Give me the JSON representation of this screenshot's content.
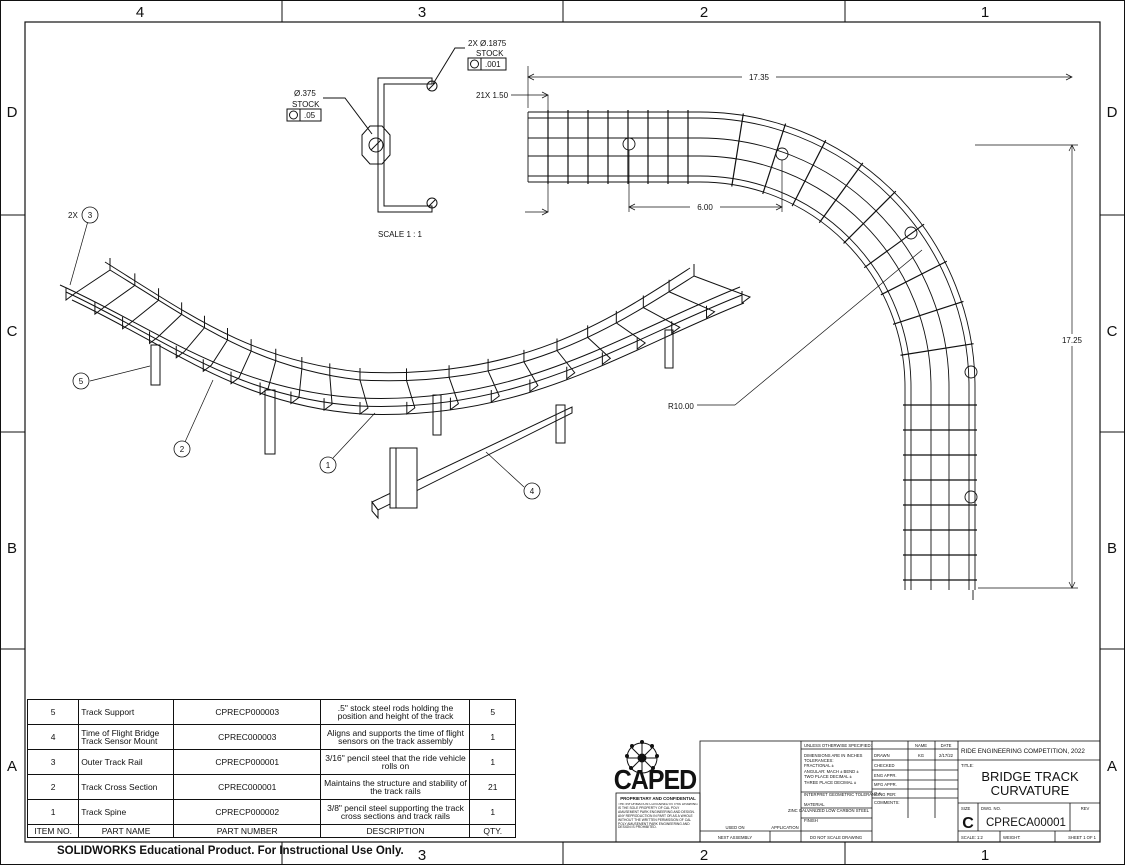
{
  "zones": {
    "columns": [
      "4",
      "3",
      "2",
      "1"
    ],
    "rows": [
      "D",
      "C",
      "B",
      "A"
    ]
  },
  "detail_view": {
    "hole_callout": "2X Ø.1875",
    "hole_stock": "STOCK",
    "hole_tolerance": ".001",
    "pin_callout": "Ø.375",
    "pin_stock": "STOCK",
    "pin_tolerance": ".05",
    "scale": "SCALE 1 : 1"
  },
  "top_view": {
    "dim_width": "17.35",
    "dim_spacing": "21X 1.50",
    "dim_straight": "6.00",
    "dim_radius": "R10.00",
    "dim_height": "17.25"
  },
  "balloons": {
    "b1": "1",
    "b2": "2",
    "b3": "3",
    "b3_qty": "2X",
    "b4": "4",
    "b5": "5"
  },
  "bom": {
    "headers": [
      "ITEM NO.",
      "PART NAME",
      "PART NUMBER",
      "DESCRIPTION",
      "QTY."
    ],
    "rows": [
      {
        "item": "5",
        "name": "Track Support",
        "number": "CPRECP000003",
        "desc": ".5\" stock steel rods holding the position and height of the track",
        "qty": "5"
      },
      {
        "item": "4",
        "name": "Time of Flight Bridge Track Sensor Mount",
        "number": "CPREC000003",
        "desc": "Aligns and supports the time of flight sensors on the track assembly",
        "qty": "1"
      },
      {
        "item": "3",
        "name": "Outer Track Rail",
        "number": "CPRECP000001",
        "desc": "3/16\" pencil steel that the ride vehicle rolls on",
        "qty": "1"
      },
      {
        "item": "2",
        "name": "Track Cross Section",
        "number": "CPREC000001",
        "desc": "Maintains the structure and stability of the track rails",
        "qty": "21"
      },
      {
        "item": "1",
        "name": "Track Spine",
        "number": "CPRECP000002",
        "desc": "3/8\" pencil steel supporting the track cross sections and track rails",
        "qty": "1"
      }
    ]
  },
  "title_block": {
    "logo_text": "CAPED",
    "proprietary": "PROPRIETARY AND CONFIDENTIAL",
    "proprietary_body": "THE INFORMATION CONTAINED IN THIS DRAWING IS THE SOLE PROPERTY OF CAL POLY AMUSEMENT PARK ENGINEERING AND DESIGN. ANY REPRODUCTION IN PART OR AS A WHOLE WITHOUT THE WRITTEN PERMISSION OF CAL POLY AMUSEMENT PARK ENGINEERING AND DESIGN IS PROHIBITED.",
    "unless": "UNLESS OTHERWISE SPECIFIED:",
    "dims_inches": "DIMENSIONS ARE IN INCHES",
    "tolerances": "TOLERANCES:",
    "fractional": "FRACTIONAL ±",
    "angular": "ANGULAR: MACH ±   BEND ±",
    "two_place": "TWO PLACE DECIMAL   ±",
    "three_place": "THREE PLACE DECIMAL  ±",
    "interpret": "INTERPRET GEOMETRIC TOLERANCING PER:",
    "material_label": "MATERIAL",
    "material": "ZINC GALVANIZED LOW CARBON STEEL",
    "finish_label": "FINISH",
    "next_assy": "NEXT ASSEMBLY",
    "used_on": "USED ON",
    "application": "APPLICATION",
    "do_not_scale": "DO NOT SCALE DRAWING",
    "name_hdr": "NAME",
    "date_hdr": "DATE",
    "drawn": "DRAWN",
    "drawn_name": "KG",
    "drawn_date": "2/17/22",
    "checked": "CHECKED",
    "eng_appr": "ENG APPR.",
    "mfg_appr": "MFG APPR.",
    "qa": "Q.A.",
    "comments": "COMMENTS:",
    "company": "RIDE ENGINEERING COMPETITION, 2022",
    "title_label": "TITLE:",
    "title_line1": "BRIDGE TRACK",
    "title_line2": "CURVATURE",
    "size_label": "SIZE",
    "size": "C",
    "dwg_no_label": "DWG.  NO.",
    "dwg_no": "CPRECA00001",
    "rev_label": "REV",
    "scale": "SCALE: 1:2",
    "weight": "WEIGHT:",
    "sheet": "SHEET 1 OF 1"
  },
  "footer": "SOLIDWORKS Educational Product. For Instructional Use Only."
}
